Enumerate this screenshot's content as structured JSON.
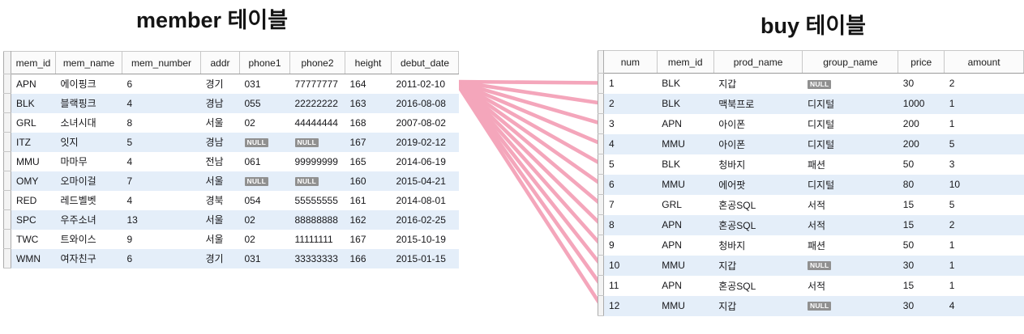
{
  "member_table": {
    "title": "member 테이블",
    "columns": [
      "mem_id",
      "mem_name",
      "mem_number",
      "addr",
      "phone1",
      "phone2",
      "height",
      "debut_date"
    ],
    "rows": [
      [
        "APN",
        "에이핑크",
        "6",
        "경기",
        "031",
        "77777777",
        "164",
        "2011-02-10"
      ],
      [
        "BLK",
        "블랙핑크",
        "4",
        "경남",
        "055",
        "22222222",
        "163",
        "2016-08-08"
      ],
      [
        "GRL",
        "소녀시대",
        "8",
        "서울",
        "02",
        "44444444",
        "168",
        "2007-08-02"
      ],
      [
        "ITZ",
        "잇지",
        "5",
        "경남",
        "NULL",
        "NULL",
        "167",
        "2019-02-12"
      ],
      [
        "MMU",
        "마마무",
        "4",
        "전남",
        "061",
        "99999999",
        "165",
        "2014-06-19"
      ],
      [
        "OMY",
        "오마이걸",
        "7",
        "서울",
        "NULL",
        "NULL",
        "160",
        "2015-04-21"
      ],
      [
        "RED",
        "레드벨벳",
        "4",
        "경북",
        "054",
        "55555555",
        "161",
        "2014-08-01"
      ],
      [
        "SPC",
        "우주소녀",
        "13",
        "서울",
        "02",
        "88888888",
        "162",
        "2016-02-25"
      ],
      [
        "TWC",
        "트와이스",
        "9",
        "서울",
        "02",
        "11111111",
        "167",
        "2015-10-19"
      ],
      [
        "WMN",
        "여자친구",
        "6",
        "경기",
        "031",
        "33333333",
        "166",
        "2015-01-15"
      ]
    ]
  },
  "buy_table": {
    "title": "buy 테이블",
    "columns": [
      "num",
      "mem_id",
      "prod_name",
      "group_name",
      "price",
      "amount"
    ],
    "rows": [
      [
        "1",
        "BLK",
        "지갑",
        "NULL",
        "30",
        "2"
      ],
      [
        "2",
        "BLK",
        "맥북프로",
        "디지털",
        "1000",
        "1"
      ],
      [
        "3",
        "APN",
        "아이폰",
        "디지털",
        "200",
        "1"
      ],
      [
        "4",
        "MMU",
        "아이폰",
        "디지털",
        "200",
        "5"
      ],
      [
        "5",
        "BLK",
        "청바지",
        "패션",
        "50",
        "3"
      ],
      [
        "6",
        "MMU",
        "에어팟",
        "디지털",
        "80",
        "10"
      ],
      [
        "7",
        "GRL",
        "혼공SQL",
        "서적",
        "15",
        "5"
      ],
      [
        "8",
        "APN",
        "혼공SQL",
        "서적",
        "15",
        "2"
      ],
      [
        "9",
        "APN",
        "청바지",
        "패션",
        "50",
        "1"
      ],
      [
        "10",
        "MMU",
        "지갑",
        "NULL",
        "30",
        "1"
      ],
      [
        "11",
        "APN",
        "혼공SQL",
        "서적",
        "15",
        "1"
      ],
      [
        "12",
        "MMU",
        "지갑",
        "NULL",
        "30",
        "4"
      ]
    ]
  },
  "null_badge_label": "NULL",
  "connectors": {
    "source_row": "APN (2011-02-10)",
    "target_row_nums": [
      "1",
      "2",
      "3",
      "4",
      "5",
      "6",
      "7",
      "8",
      "9",
      "10",
      "11",
      "12"
    ]
  },
  "colors": {
    "connector_pink": "#f4a6bb",
    "row_stripe_blue": "#e4eef9",
    "grid_border_gray": "#c8c8c8",
    "null_badge_gray": "#909090"
  }
}
